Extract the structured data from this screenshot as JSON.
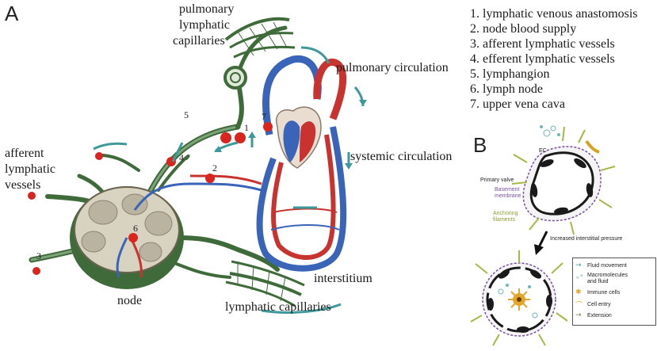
{
  "panel_a": {
    "letter": "A",
    "labels": {
      "pulmonary_lymphatic_capillaries": [
        "pulmonary",
        "lymphatic",
        "capillaries"
      ],
      "pulmonary_circulation": "pulmonary circulation",
      "systemic_circulation": "systemic circulation",
      "afferent_lymphatic_vessels": [
        "afferent",
        "lymphatic",
        "vessels"
      ],
      "interstitium": "interstitium",
      "node": "node",
      "lymphatic_capillaries": "lymphatic capillaries"
    },
    "numbers": [
      "1",
      "2",
      "3",
      "4",
      "5",
      "6",
      "7"
    ]
  },
  "legend": [
    "1. lymphatic venous anastomosis",
    "2. node blood supply",
    "3. afferent lymphatic vessels",
    "4. efferent lymphatic vessels",
    "5. lymphangion",
    "6. lymph node",
    "7. upper vena cava"
  ],
  "panel_b": {
    "letter": "B",
    "ec_label": "EC",
    "primary_valve": "Primary valve",
    "basement_membrane": [
      "Basement",
      "membrane"
    ],
    "anchoring_filaments": [
      "Anchoring",
      "filaments"
    ],
    "arrow_label": "Increased interstitial pressure",
    "key": {
      "fluid_movement": "Fluid movement",
      "macromolecules": [
        "Macromolecules",
        "and fluid"
      ],
      "immune_cells": "Immune cells",
      "cell_entry": "Cell entry",
      "extension": "Extension"
    }
  },
  "colors": {
    "lymphatic_green": "#3f6b3a",
    "artery_red": "#c8322f",
    "vein_blue": "#3a64b8",
    "flow_teal": "#3e9a9a",
    "membrane_purple": "#9b6bc2",
    "filament_olive": "#a9b64a"
  }
}
